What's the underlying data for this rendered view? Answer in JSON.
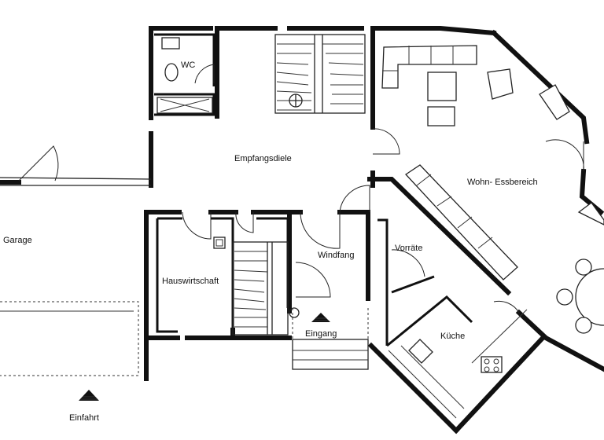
{
  "rooms": {
    "wc": "WC",
    "empfangsdiele": "Empfangsdiele",
    "wohn_essbereich": "Wohn- Essbereich",
    "garage": "Garage",
    "hauswirtschaft": "Hauswirtschaft",
    "windfang": "Windfang",
    "vorraete": "Vorräte",
    "kueche": "Küche",
    "eingang": "Eingang"
  },
  "markers": {
    "einfahrt": "Einfahrt"
  }
}
